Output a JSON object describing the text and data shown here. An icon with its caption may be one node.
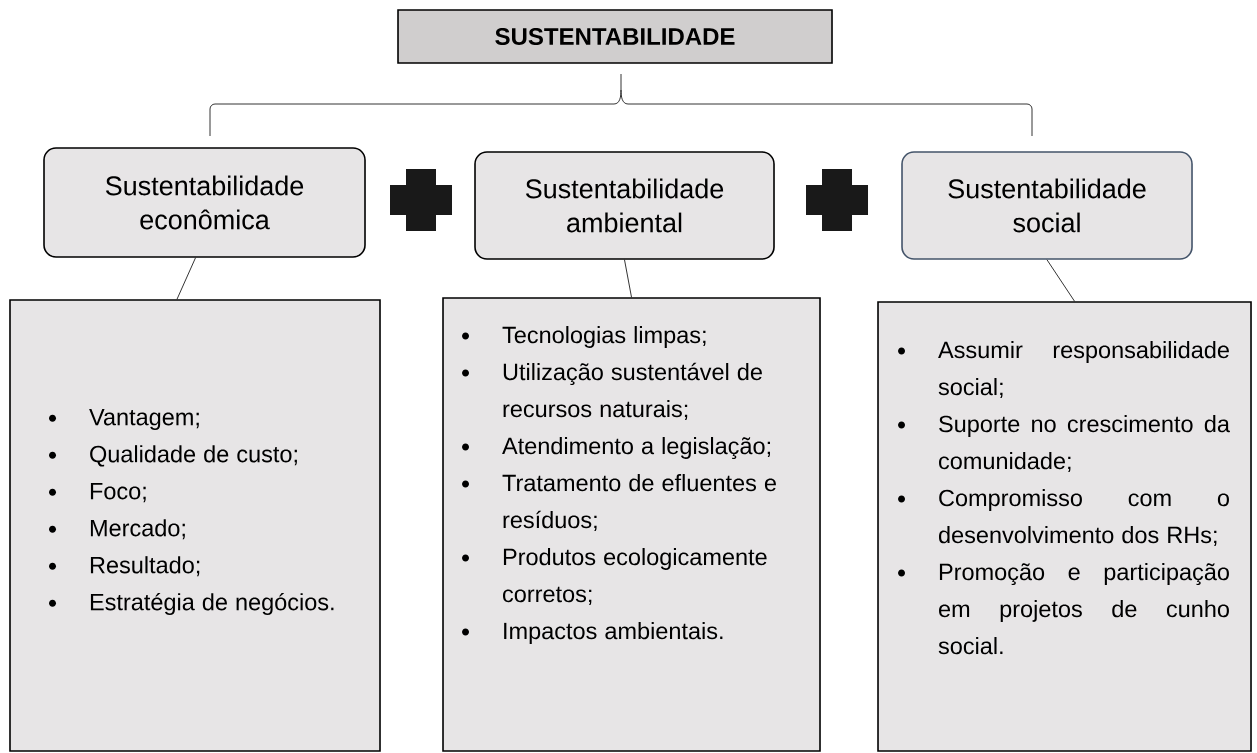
{
  "diagram": {
    "nodes": [
      {
        "text": [
          "SUSTENTABILIDADE"
        ]
      },
      {
        "text": [
          "Sustentabilidade econômica"
        ]
      },
      {
        "text": [
          "Sustentabilidade ambiental"
        ]
      },
      {
        "text": [
          "Sustentabilidade social"
        ]
      },
      {
        "text": [
          "Vantagem;",
          "Qualidade de custo;",
          "Foco;",
          "Mercado;",
          "Resultado;",
          "Estratégia de negócios."
        ]
      },
      {
        "text": [
          "Tecnologias limpas;",
          "Utilização sustentável de recursos naturais;",
          "Atendimento a legislação;",
          "Tratamento de efluentes e resíduos;",
          "Produtos ecologicamente corretos;",
          "Impactos ambientais."
        ]
      },
      {
        "text": [
          "Assumir responsabilidade social;",
          "Suporte no crescimento da comunidade;",
          "Compromisso com o desenvolvimento dos RHs;",
          "Promoção e participação em projetos de cunho social."
        ]
      }
    ],
    "edges": [
      {
        "from": 1,
        "to": 4,
        "arrow": "none"
      },
      {
        "from": 2,
        "to": 5,
        "arrow": "none"
      },
      {
        "from": 3,
        "to": 6,
        "arrow": "none"
      }
    ]
  }
}
